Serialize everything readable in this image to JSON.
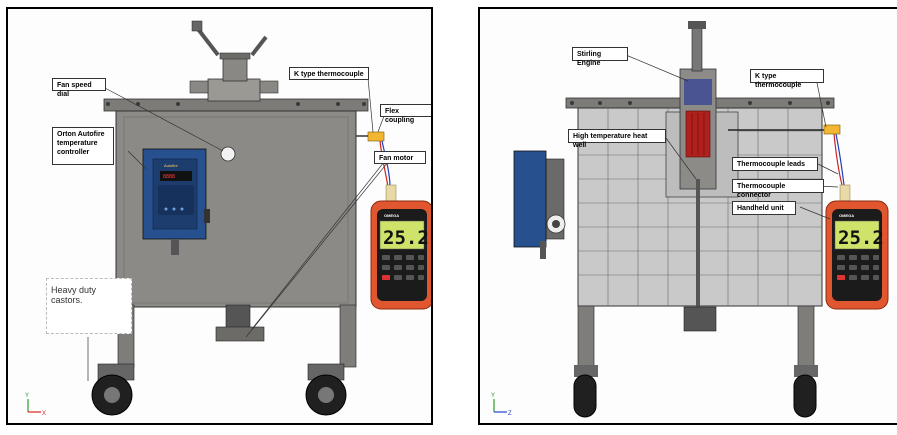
{
  "left_panel": {
    "labels": {
      "fan_speed_dial": "Fan speed dial",
      "k_type_thermocouple": "K type thermocouple",
      "flex_coupling": "Flex coupling",
      "orton_controller": "Orton Autofire temperature controller",
      "fan_motor": "Fan motor",
      "castors": "Heavy duty castors."
    },
    "controller_brand": "Autofire",
    "meter_reading": "25.2"
  },
  "right_panel": {
    "labels": {
      "stirling_engine": "Stirling Engine",
      "k_type_thermocouple": "K type thermocouple",
      "heat_well": "High temperature heat well",
      "thermocouple_leads": "Thermocouple leads",
      "thermocouple_connector": "Thermocouple connector",
      "handheld_unit": "Handheld unit"
    },
    "meter_reading": "25.2"
  },
  "meter_brand": "OMEGA",
  "colors": {
    "frame_grey": "#8c8a86",
    "brick_grey": "#c9c9c9",
    "controller_blue": "#27508f",
    "meter_red": "#e0562e",
    "meter_lcd": "#cfe36a",
    "heater_red": "#b0201c"
  }
}
